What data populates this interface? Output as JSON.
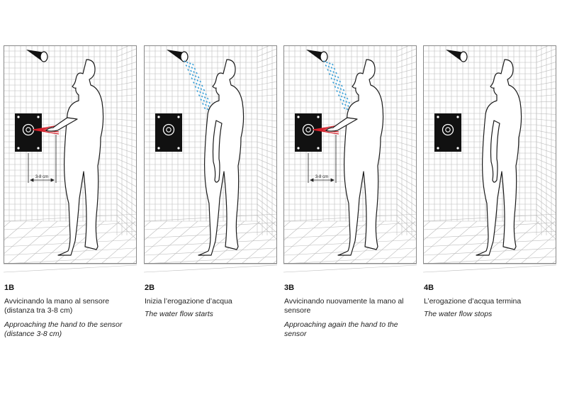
{
  "steps": [
    {
      "id": "1B",
      "italian": "Avvicinando la mano al sensore (distanza tra 3-8 cm)",
      "english": "Approaching the hand to the sensor (distance 3-8 cm)",
      "distance_label": "3-8 cm",
      "sensor_active": true,
      "water_flowing": false
    },
    {
      "id": "2B",
      "italian": "Inizia l’erogazione d’acqua",
      "english": "The water flow starts",
      "sensor_active": false,
      "water_flowing": true
    },
    {
      "id": "3B",
      "italian": "Avvicinando nuovamente la mano al sensore",
      "english": "Approaching again the hand to the sensor",
      "distance_label": "3-8 cm",
      "sensor_active": true,
      "water_flowing": true
    },
    {
      "id": "4B",
      "italian": "L’erogazione d’acqua termina",
      "english": "The water flow stops",
      "sensor_active": false,
      "water_flowing": false
    }
  ],
  "colors": {
    "sensor_beam": "#d4202a",
    "water": "#3aa0d8",
    "panel": "#111111",
    "grid": "#bdbdbd"
  }
}
